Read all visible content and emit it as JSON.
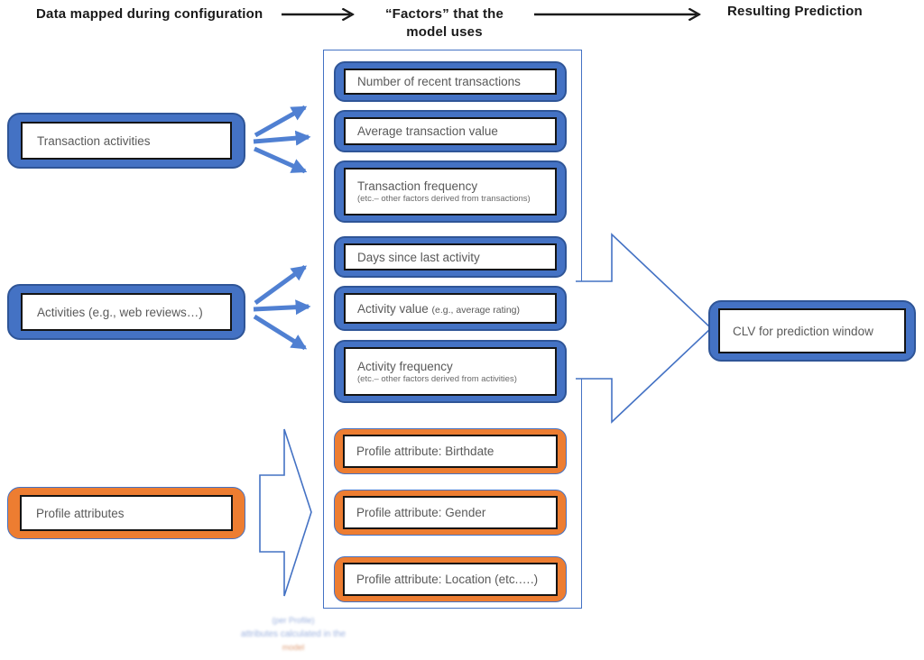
{
  "header": {
    "col1": "Data mapped during configuration",
    "col2_line1": "“Factors” that the",
    "col2_line2": "model uses",
    "col3": "Resulting Prediction"
  },
  "sources": [
    {
      "label": "Transaction activities",
      "variant": "blue"
    },
    {
      "label": "Activities (e.g., web reviews…)",
      "variant": "blue"
    },
    {
      "label": "Profile attributes",
      "variant": "orange"
    }
  ],
  "factors": [
    {
      "label": "Number of recent transactions",
      "variant": "blue"
    },
    {
      "label": "Average transaction value",
      "variant": "blue"
    },
    {
      "label": "Transaction frequency",
      "sub": "(etc.– other factors derived from transactions)",
      "variant": "blue"
    },
    {
      "label": "Days since last activity",
      "variant": "blue"
    },
    {
      "label": "Activity value",
      "sub_inline": "(e.g., average rating)",
      "variant": "blue"
    },
    {
      "label": "Activity frequency",
      "sub": "(etc.– other factors derived from activities)",
      "variant": "blue"
    },
    {
      "label": "Profile attribute: Birthdate",
      "variant": "orange"
    },
    {
      "label": "Profile attribute: Gender",
      "variant": "orange"
    },
    {
      "label": "Profile attribute: Location (etc.….)",
      "variant": "orange"
    }
  ],
  "result": {
    "label": "CLV for prediction window"
  },
  "footnote": {
    "line1": "(per Profile)",
    "line2": "attributes calculated in the",
    "line3": "model"
  },
  "colors": {
    "blue_fill": "#4472C4",
    "blue_border": "#2F5597",
    "orange_fill": "#ED7D31",
    "fan_arrow_blue": "#5080D2",
    "container_border": "#4472C4",
    "header_arrow": "#1a1a1a",
    "box_text": "#595959"
  }
}
